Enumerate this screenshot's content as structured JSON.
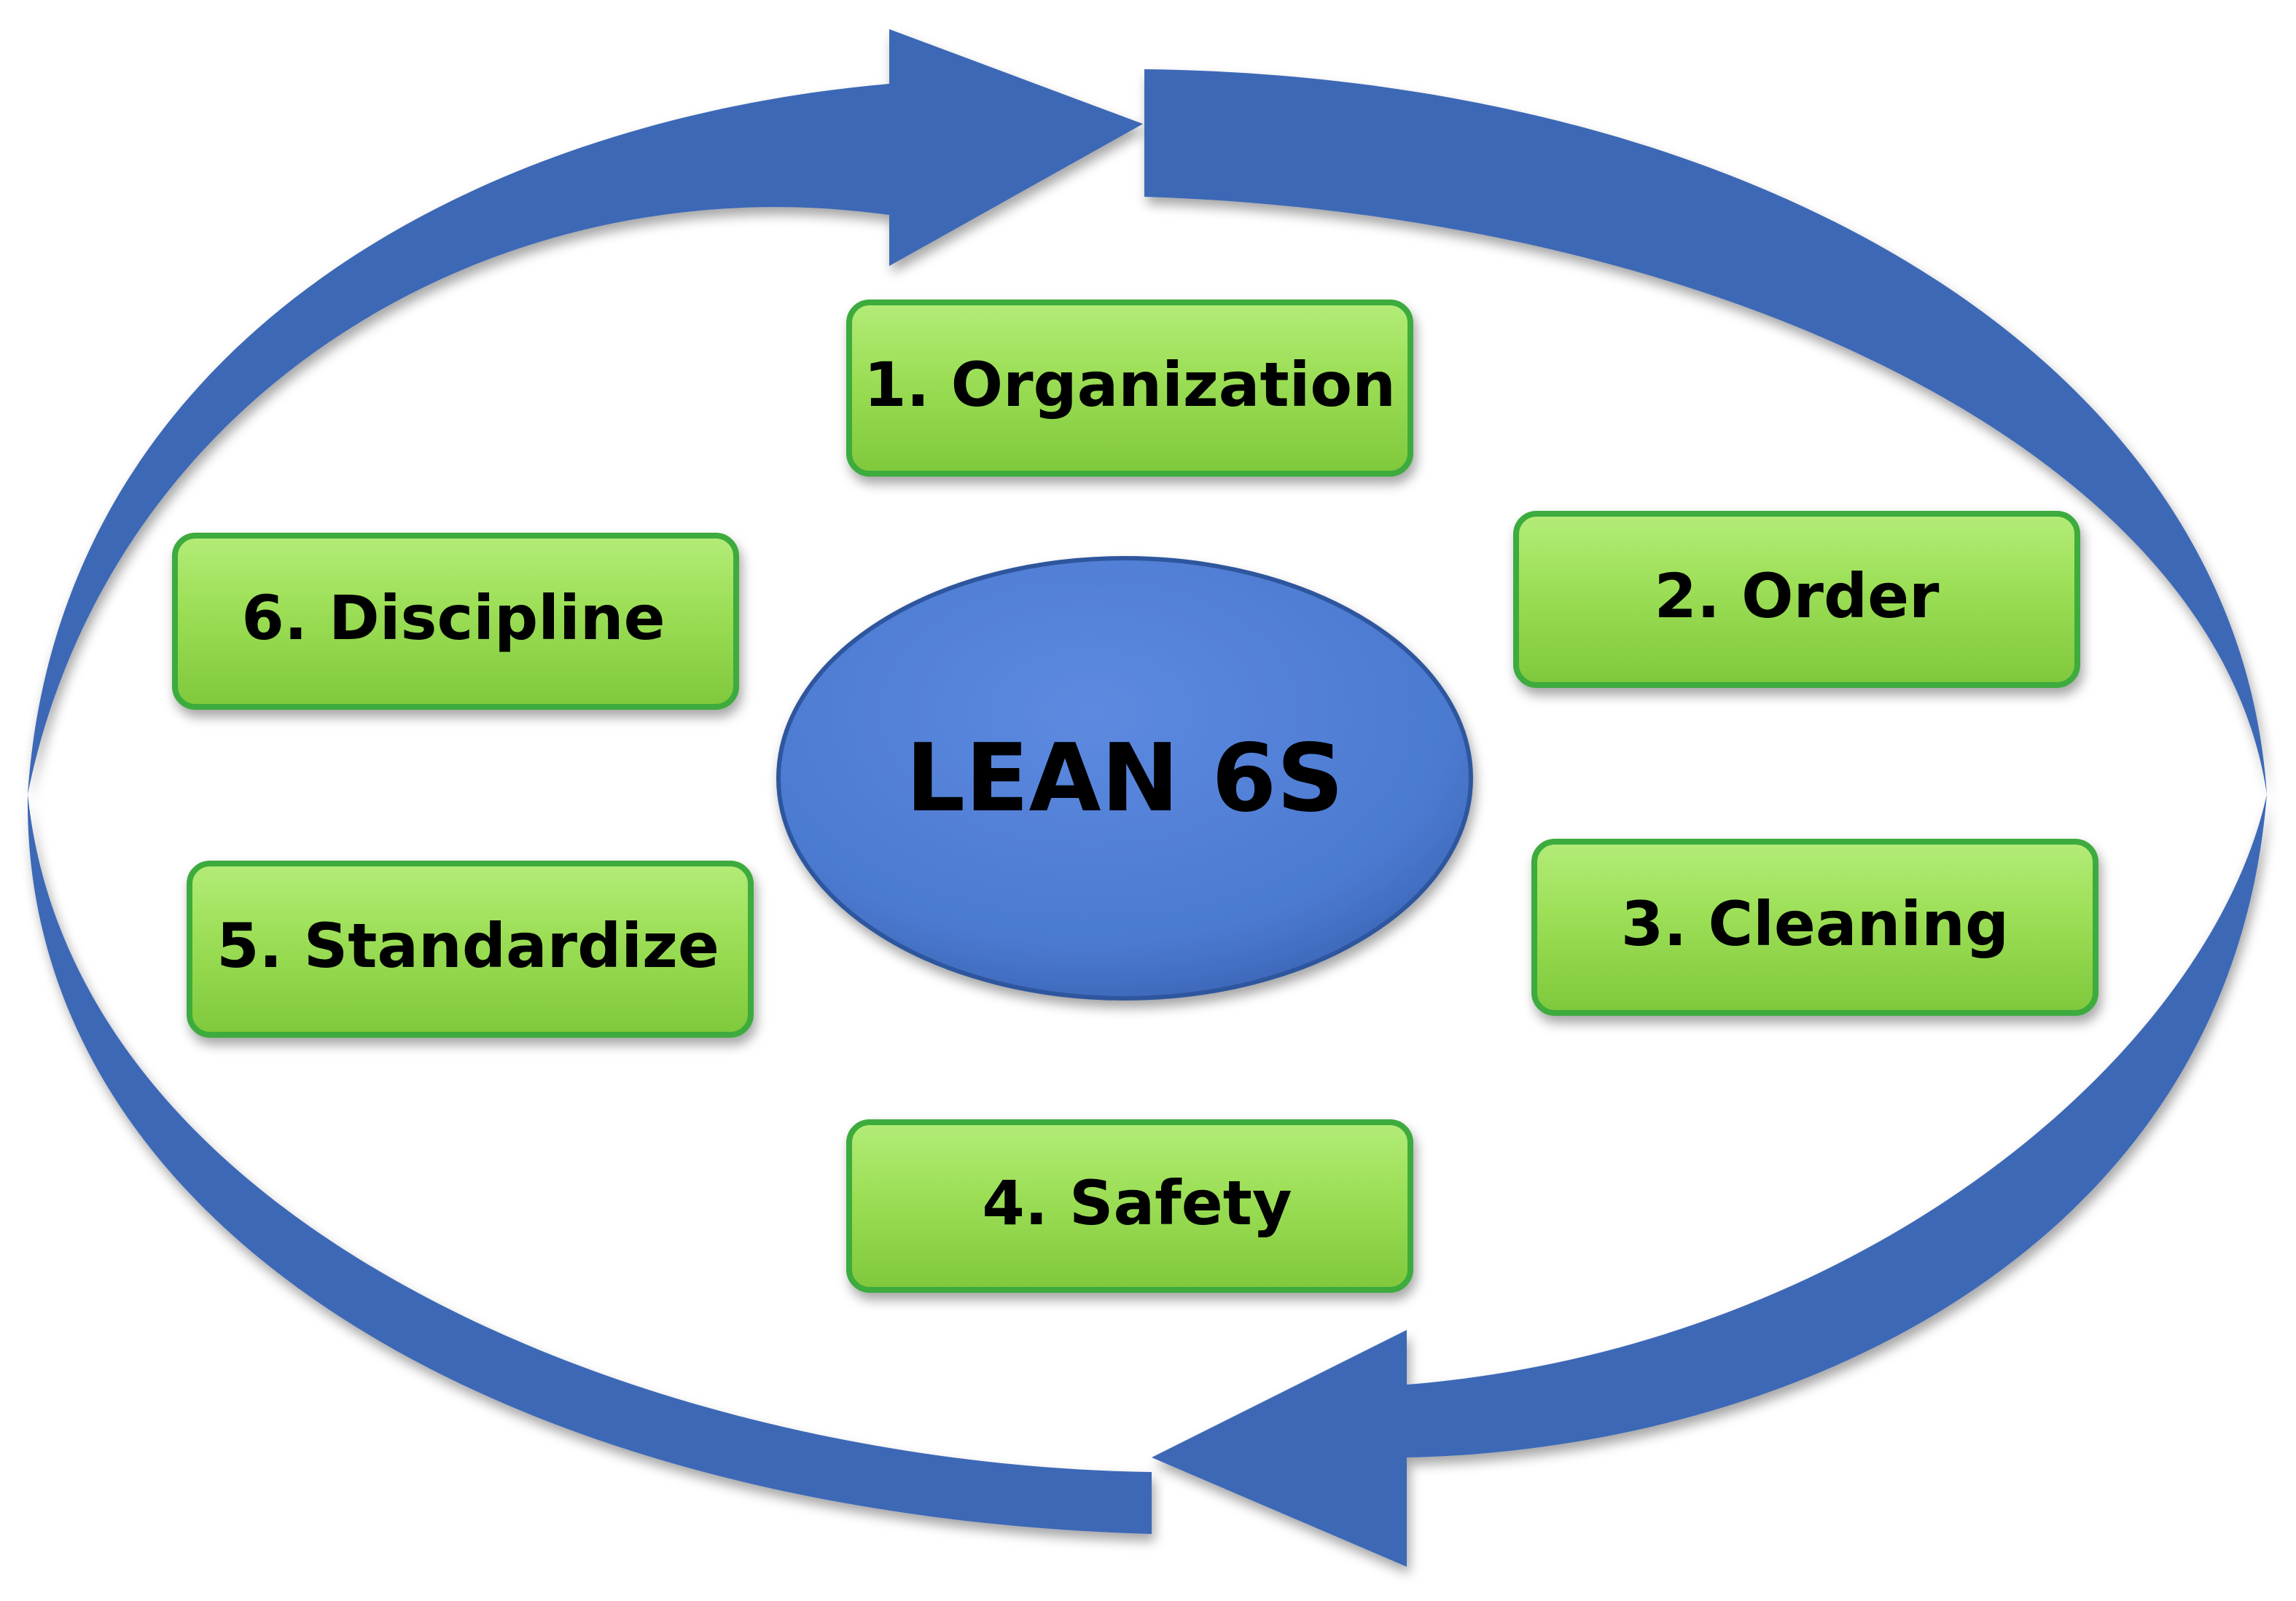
{
  "center": {
    "label": "LEAN 6S",
    "fill": "#4b7ad0"
  },
  "steps": [
    {
      "label": "1. Organization"
    },
    {
      "label": "2. Order"
    },
    {
      "label": "3. Cleaning"
    },
    {
      "label": "4. Safety"
    },
    {
      "label": "5. Standardize"
    },
    {
      "label": "6. Discipline"
    }
  ],
  "colors": {
    "arrow_light": "#4472c4",
    "arrow_dark": "#345a9c",
    "box_fill": "#9bde55",
    "box_border": "#3cab3c"
  }
}
